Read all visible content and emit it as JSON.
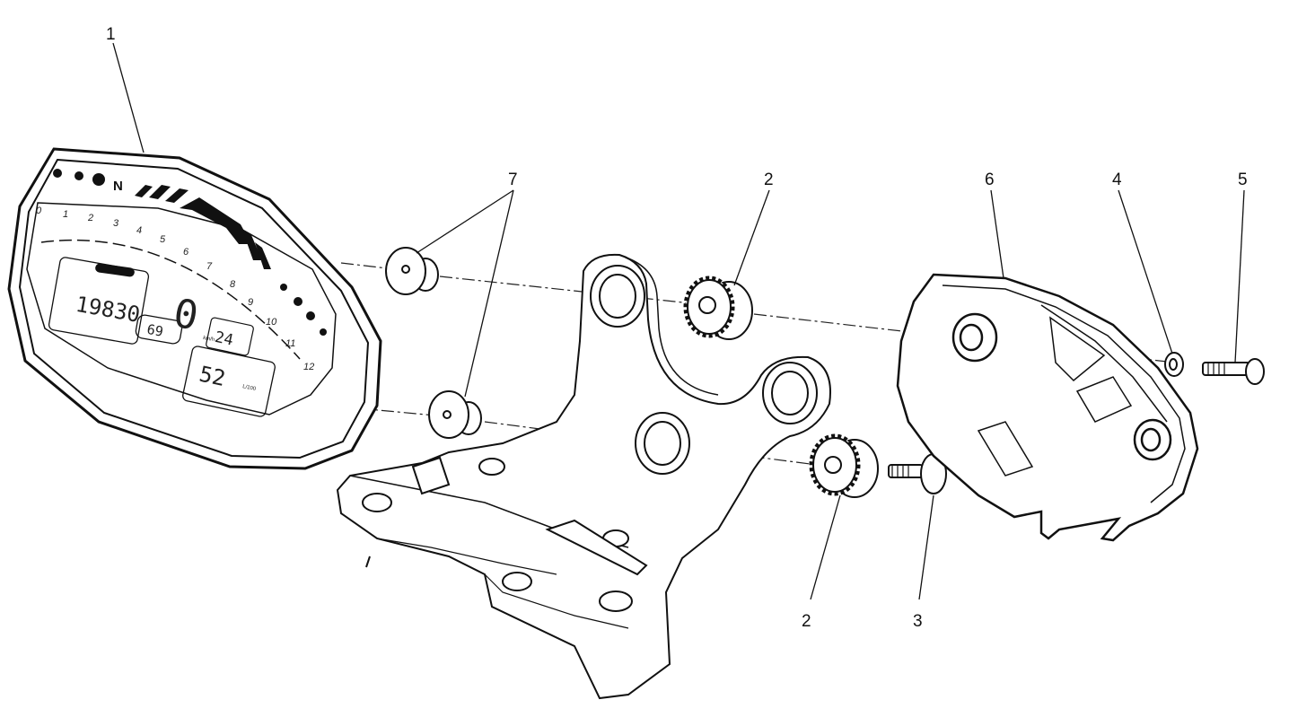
{
  "callouts": {
    "c1": "1",
    "c2a": "2",
    "c2b": "2",
    "c3": "3",
    "c4": "4",
    "c5": "5",
    "c6": "6",
    "c7": "7"
  },
  "dashboard": {
    "neutral": "N",
    "rpm_scale": [
      "0",
      "1",
      "2",
      "3",
      "4",
      "5",
      "6",
      "7",
      "8",
      "9",
      "10",
      "11",
      "12"
    ],
    "odometer": "19830",
    "temperature": "69",
    "speed": "0",
    "speed_unit": "km/h",
    "clock": "24",
    "trip": "52",
    "trip_unit": "L/100"
  }
}
